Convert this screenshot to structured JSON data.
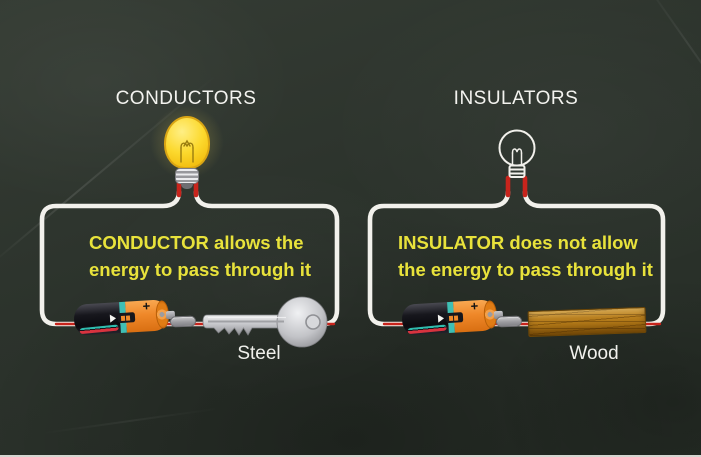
{
  "scene": {
    "background_color": "#2b322b",
    "wire_color": "#f2f1ec",
    "red_wire_color": "#c8241c",
    "style": "chalkboard"
  },
  "conductor_panel": {
    "heading": "CONDUCTORS",
    "description": {
      "line1": "CONDUCTOR allows the",
      "line2": "energy to pass through it"
    },
    "material_label": "Steel",
    "bulb_state": "lit",
    "battery": {
      "plus_label": "+"
    }
  },
  "insulator_panel": {
    "heading": "INSULATORS",
    "description": {
      "line1": "INSULATOR does not allow",
      "line2": "the energy to pass through it"
    },
    "material_label": "Wood",
    "bulb_state": "unlit",
    "battery": {
      "plus_label": "+"
    }
  },
  "text_colors": {
    "heading": "#f3f3ef",
    "description": "#e8e23b",
    "material_label": "#f0f0ec"
  }
}
